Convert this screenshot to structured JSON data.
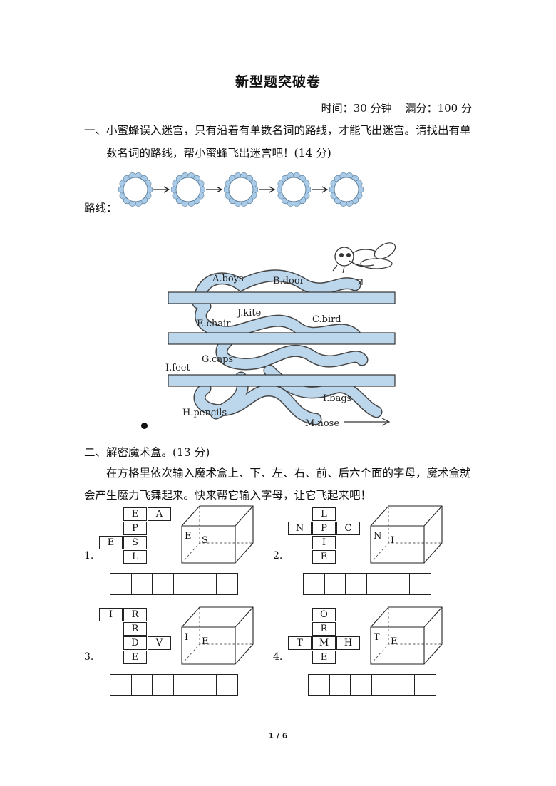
{
  "title": "新型题突破卷",
  "meta": "时间：30 分钟    满分：100 分",
  "q1": {
    "line1": "一、小蜜蜂误入迷宫，只有沿着有单数名词的路线，才能飞出迷宫。请找出有单",
    "line2": "数名词的路线，帮小蜜蜂飞出迷宫吧！(14 分)",
    "route_label": "路线：",
    "maze_labels": [
      "A.boys",
      "B.door",
      "J.kite",
      "C.bird",
      "E.chair",
      "G.caps",
      "I.feet",
      "I.bags",
      "H.pencils",
      "M.nose"
    ]
  },
  "q2": {
    "title": "二、解密魔术盒。(13 分)",
    "line1": "在方格里依次输入魔术盒上、下、左、右、前、后六个面的字母，魔术盒就",
    "line2": "会产生魔力飞舞起来。快来帮它输入字母，让它飞起来吧！",
    "items": [
      {
        "num": "1.",
        "net": [
          "E",
          "A",
          "P",
          "E",
          "S",
          "L"
        ],
        "cube": [
          "E",
          "S"
        ]
      },
      {
        "num": "2.",
        "net": [
          "L",
          "N",
          "P",
          "C",
          "I",
          "E"
        ],
        "cube": [
          "N",
          "I"
        ]
      },
      {
        "num": "3.",
        "net": [
          "I",
          "R",
          "R",
          "D",
          "V",
          "E"
        ],
        "cube": [
          "I",
          "E"
        ]
      },
      {
        "num": "4.",
        "net": [
          "O",
          "R",
          "T",
          "M",
          "H",
          "E"
        ],
        "cube": [
          "T",
          "E"
        ]
      }
    ]
  },
  "footer": "1 / 6"
}
